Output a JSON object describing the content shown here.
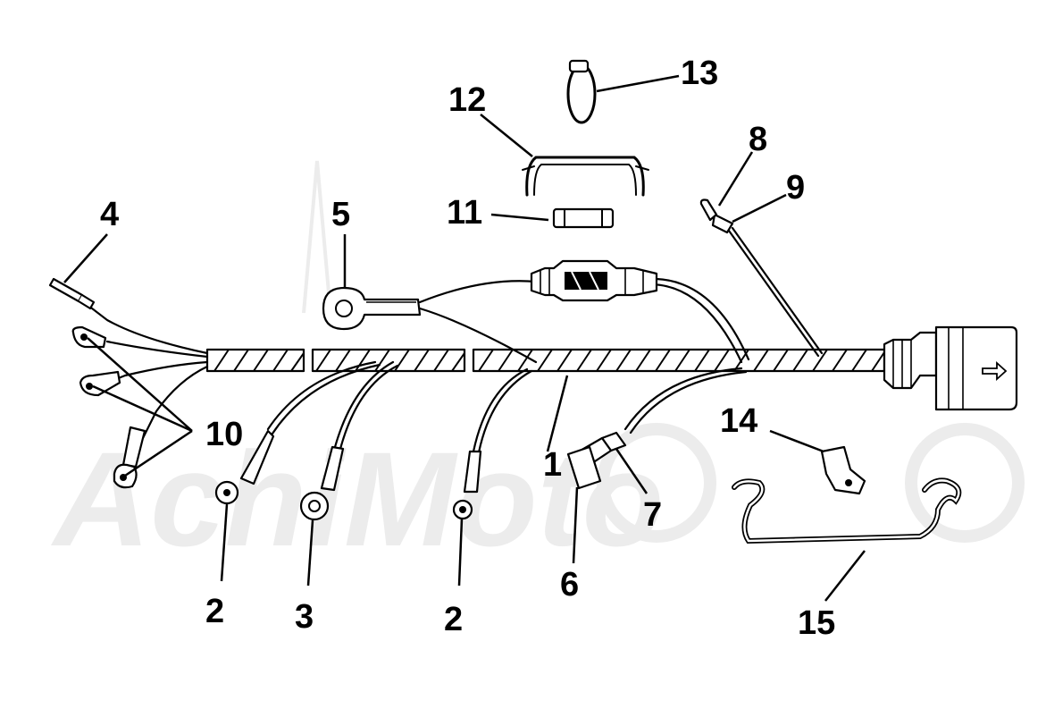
{
  "watermark": {
    "text": "AchiMoto"
  },
  "callouts": {
    "c1": "1",
    "c2a": "2",
    "c2b": "2",
    "c3": "3",
    "c4": "4",
    "c5": "5",
    "c6": "6",
    "c7": "7",
    "c8": "8",
    "c9": "9",
    "c10": "10",
    "c11": "11",
    "c12": "12",
    "c13": "13",
    "c14": "14",
    "c15": "15"
  },
  "colors": {
    "line": "#000000",
    "background": "#ffffff",
    "watermark": "#ececec"
  }
}
